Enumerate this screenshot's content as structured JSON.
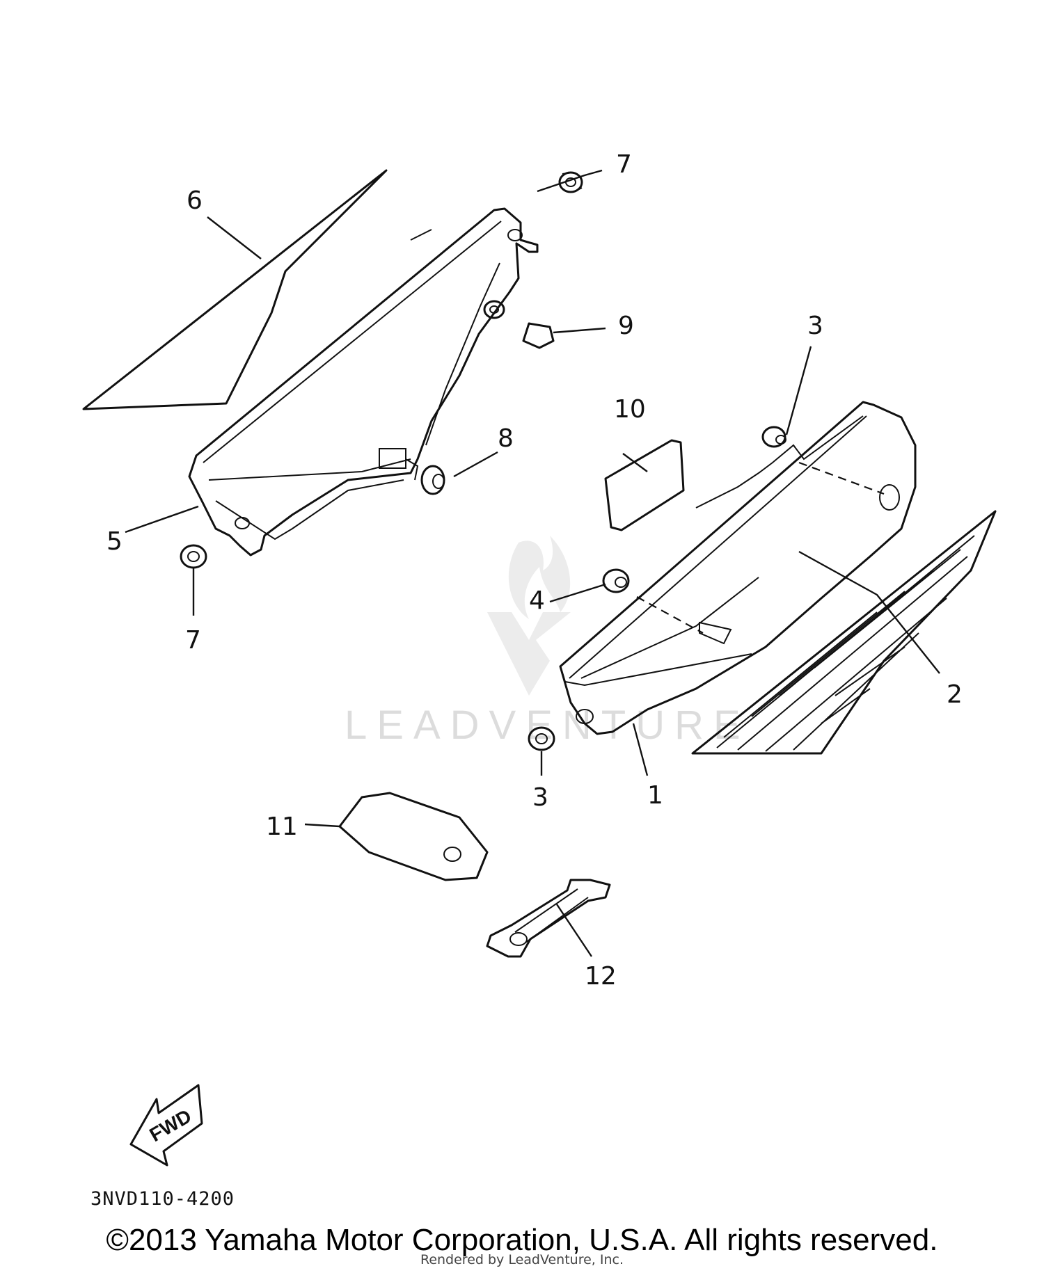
{
  "callouts": {
    "c1": "1",
    "c2": "2",
    "c3a": "3",
    "c3b": "3",
    "c4": "4",
    "c5": "5",
    "c6": "6",
    "c7a": "7",
    "c7b": "7",
    "c8": "8",
    "c9": "9",
    "c10": "10",
    "c11": "11",
    "c12": "12"
  },
  "fwd_label": "FWD",
  "diagram_ref": "3NVD110-4200",
  "watermark": "LEADVENTURE",
  "copyright": "©2013 Yamaha Motor Corporation, U.S.A. All rights reserved.",
  "rendered_by": "Rendered by LeadVenture, Inc."
}
